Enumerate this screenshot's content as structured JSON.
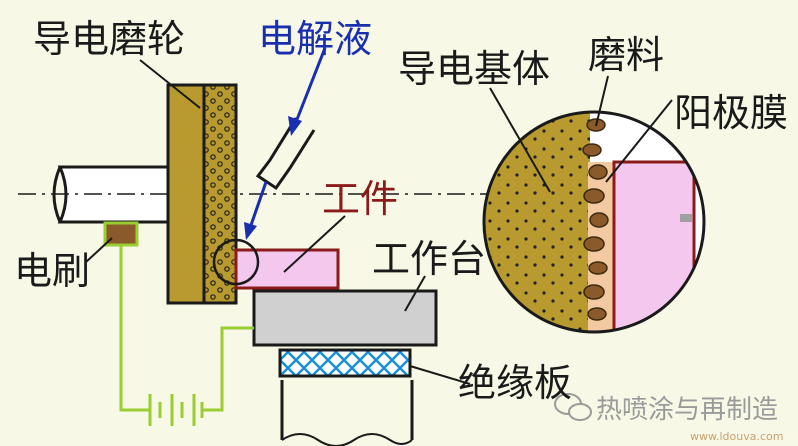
{
  "labels": {
    "conductive_wheel": "导电磨轮",
    "electrolyte": "电解液",
    "workpiece": "工件",
    "brush": "电刷",
    "worktable": "工作台",
    "insulating_plate": "绝缘板",
    "conductive_matrix": "导电基体",
    "abrasive": "磨料",
    "anode_film": "阳极膜"
  },
  "watermark": {
    "text": "热喷涂与再制造",
    "site": "www.ldouva.com"
  },
  "colors": {
    "background": "#f7f9e6",
    "wheel_fill": "#b89a2e",
    "outline": "#1a1a1a",
    "electrolyte_arrow": "#1a2fb0",
    "workpiece_fill": "#f4c8ee",
    "workpiece_outline": "#8b1a1a",
    "wire": "#9acd32",
    "brush_fill": "#8b5a2b",
    "table_fill": "#d0d0d0",
    "abrasive": "#8b5a2b",
    "anode_film": "#f2c9a0"
  }
}
